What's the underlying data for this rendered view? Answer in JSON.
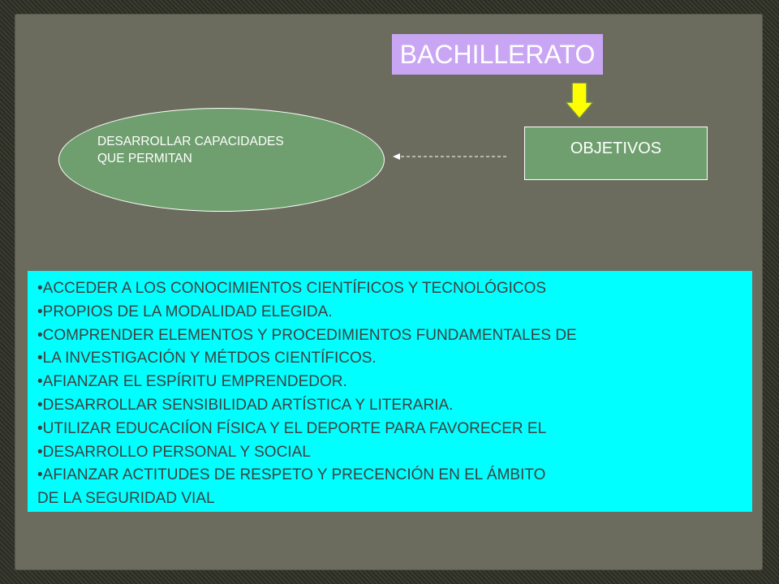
{
  "title": "BACHILLERATO",
  "objetivos_label": "OBJETIVOS",
  "ellipse": {
    "line1": "DESARROLLAR CAPACIDADES",
    "line2": "QUE PERMITAN"
  },
  "objectives": [
    "•ACCEDER A LOS CONOCIMIENTOS CIENTÍFICOS Y TECNOLÓGICOS",
    "•PROPIOS DE LA MODALIDAD ELEGIDA.",
    "•COMPRENDER ELEMENTOS Y PROCEDIMIENTOS FUNDAMENTALES DE",
    "•LA INVESTIGACIÓN Y MÉTDOS CIENTÍFICOS.",
    "•AFIANZAR EL ESPÍRITU EMPRENDEDOR.",
    "•DESARROLLAR SENSIBILIDAD ARTÍSTICA Y LITERARIA.",
    "•UTILIZAR EDUCACIÍON FÍSICA Y EL DEPORTE PARA FAVORECER EL",
    "•DESARROLLO PERSONAL Y SOCIAL",
    "•AFIANZAR ACTITUDES DE RESPETO Y PRECENCIÓN EN EL ÁMBITO",
    "DE LA SEGURIDAD VIAL"
  ],
  "colors": {
    "slide_background": "#6c6c5e",
    "title_box": "#c9a6f4",
    "node_green": "#6f9f6e",
    "objectives_box": "#00ffff",
    "arrow_yellow": "#ffff00"
  }
}
